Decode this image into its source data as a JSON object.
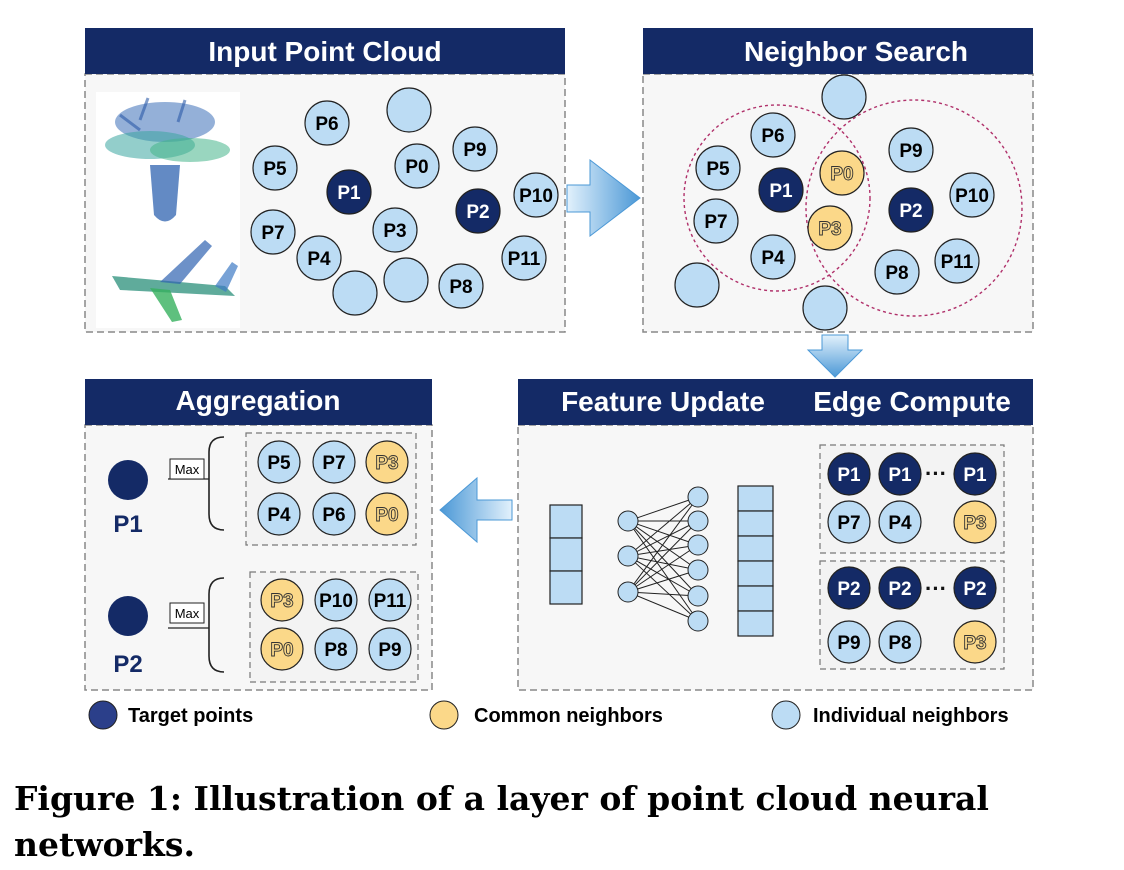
{
  "panels": {
    "input": "Input Point Cloud",
    "neighbor": "Neighbor Search",
    "aggregation": "Aggregation",
    "feature": "Feature Update",
    "edge": "Edge Compute"
  },
  "nodes": {
    "input": [
      "P6",
      "P5",
      "P1",
      "P0",
      "P9",
      "P7",
      "P3",
      "P2",
      "P10",
      "P4",
      "P11",
      "P8"
    ],
    "neighbor": [
      "P6",
      "P5",
      "P1",
      "P0",
      "P9",
      "P7",
      "P3",
      "P2",
      "P10",
      "P4",
      "P8",
      "P11"
    ],
    "agg_p1": [
      "P5",
      "P7",
      "P3",
      "P4",
      "P6",
      "P0"
    ],
    "agg_p2": [
      "P3",
      "P10",
      "P11",
      "P0",
      "P8",
      "P9"
    ],
    "edge_group1": [
      "P1",
      "P1",
      "P1",
      "P7",
      "P4",
      "P3"
    ],
    "edge_group2": [
      "P2",
      "P2",
      "P2",
      "P9",
      "P8",
      "P3"
    ]
  },
  "aggregation": {
    "max_label": "Max",
    "targets": [
      "P1",
      "P2"
    ]
  },
  "edge": {
    "ellipsis": "···"
  },
  "legend": {
    "target": "Target points",
    "common": "Common neighbors",
    "individual": "Individual neighbors"
  },
  "caption": "Figure 1: Illustration of a layer of point cloud neural networks.",
  "colors": {
    "header": "#142a66",
    "target": "#142a66",
    "common": "#fbd889",
    "individual": "#bcdcf4",
    "arrow": "#5fa6dc",
    "dashed_circle": "#b0306a"
  }
}
